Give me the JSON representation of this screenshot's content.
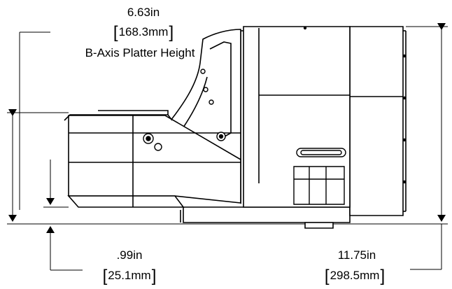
{
  "dimensions": {
    "platter_height": {
      "inches": "6.63in",
      "metric": "168.3mm",
      "caption": "B-Axis Platter Height"
    },
    "base_offset": {
      "inches": ".99in",
      "metric": "25.1mm"
    },
    "overall_length": {
      "inches": "11.75in",
      "metric": "298.5mm"
    }
  }
}
